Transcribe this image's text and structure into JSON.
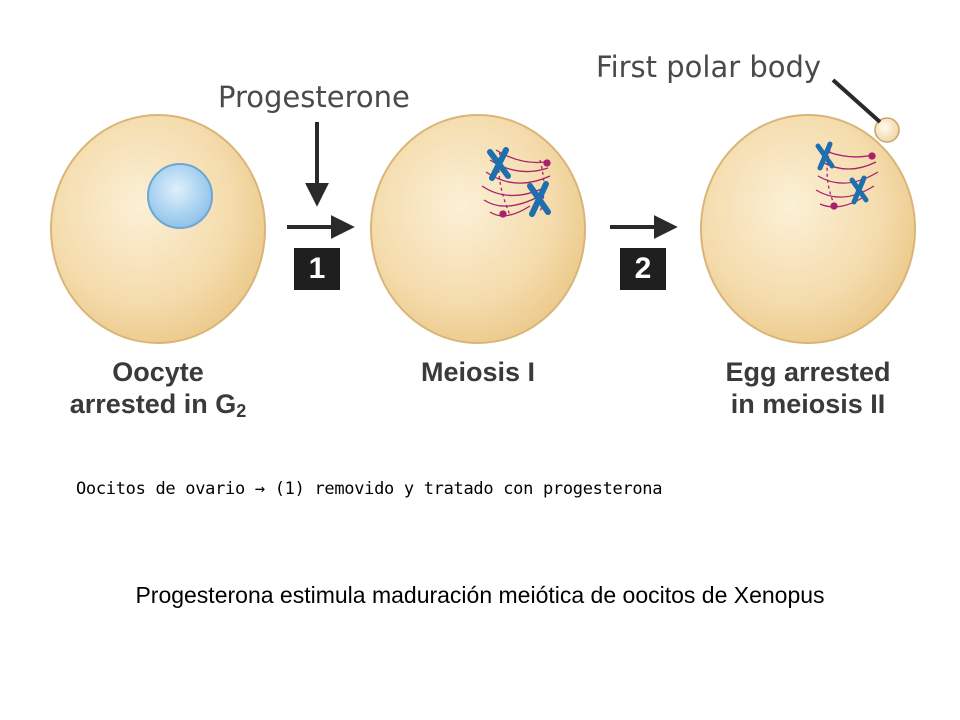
{
  "diagram": {
    "top_labels": {
      "progesterone": "Progesterone",
      "first_polar_body": "First polar body"
    },
    "steps": [
      "1",
      "2"
    ],
    "stages": [
      {
        "line1": "Oocyte",
        "line2": "arrested in G",
        "line2_subscript": "2"
      },
      {
        "line1": "Meiosis I"
      },
      {
        "line1": "Egg arrested",
        "line2": "in meiosis II"
      }
    ],
    "colors": {
      "cell_fill": "#f3d9a6",
      "cell_edge": "#e6bf82",
      "nucleus": "#a9d4f2",
      "chromosome": "#1e6fae",
      "spindle": "#a8226e",
      "arrow": "#2a2a2a"
    }
  },
  "note": {
    "text_before": "Oocitos de ovario",
    "arrow_symbol": "→",
    "text_after": "(1) removido y tratado con progesterona"
  },
  "caption": "Progesterona estimula maduración meiótica de oocitos de Xenopus"
}
